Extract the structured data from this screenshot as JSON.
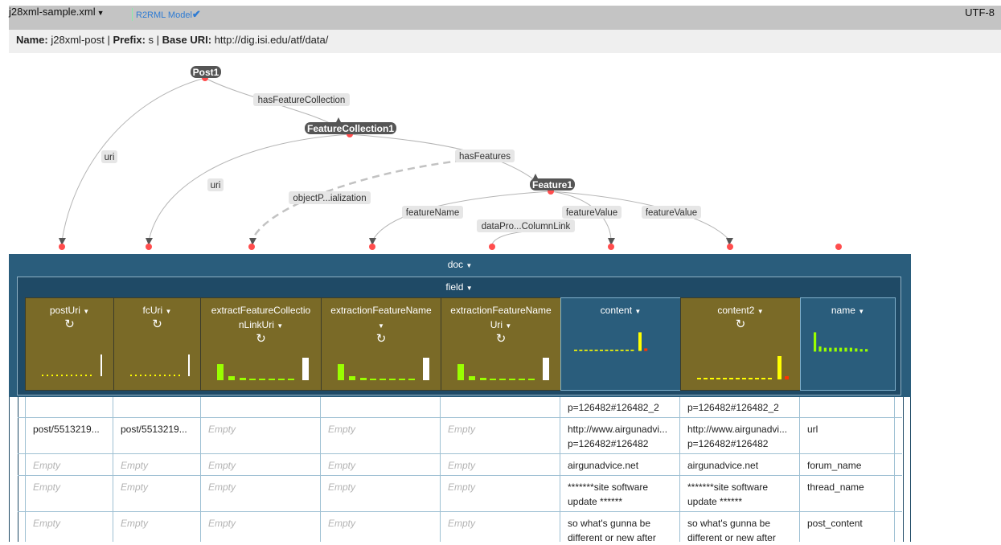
{
  "header": {
    "file_name": "j28xml-sample.xml",
    "model_label": "R2RML Model",
    "encoding": "UTF-8"
  },
  "namebar": {
    "name_label": "Name:",
    "name_value": "j28xml-post",
    "prefix_label": "Prefix:",
    "prefix_value": "s",
    "base_label": "Base URI:",
    "base_value": "http://dig.isi.edu/atf/data/"
  },
  "graph": {
    "nodes": [
      "Post1",
      "FeatureCollection1",
      "Feature1"
    ],
    "edges": [
      "hasFeatureCollection",
      "uri",
      "uri",
      "hasFeatures",
      "objectP...ialization",
      "featureName",
      "featureValue",
      "featureValue",
      "dataPro...ColumnLink"
    ]
  },
  "doc_header": "doc",
  "field_header": "field",
  "columns": [
    {
      "label": "postUri",
      "extra": "",
      "refresh": true
    },
    {
      "label": "fcUri",
      "extra": "",
      "refresh": true
    },
    {
      "label": "extractFeatureCollectio",
      "extra": "nLinkUri",
      "refresh": true
    },
    {
      "label": "extractionFeatureName",
      "extra": "",
      "refresh": true
    },
    {
      "label": "extractionFeatureName",
      "extra": "Uri",
      "refresh": true
    },
    {
      "label": "content",
      "extra": "",
      "refresh": false
    },
    {
      "label": "content2",
      "extra": "",
      "refresh": true
    },
    {
      "label": "name",
      "extra": "",
      "refresh": false
    }
  ],
  "empty_text": "Empty",
  "rows": [
    [
      "",
      "",
      "",
      "",
      "",
      "p=126482#126482_2",
      "p=126482#126482_2",
      ""
    ],
    [
      "post/5513219...",
      "post/5513219...",
      "Empty",
      "Empty",
      "Empty",
      "http://www.airgunadvi... p=126482#126482",
      "http://www.airgunadvi... p=126482#126482",
      "url"
    ],
    [
      "Empty",
      "Empty",
      "Empty",
      "Empty",
      "Empty",
      "airgunadvice.net",
      "airgunadvice.net",
      "forum_name"
    ],
    [
      "Empty",
      "Empty",
      "Empty",
      "Empty",
      "Empty",
      "*******site software update ******",
      "*******site software update ******",
      "thread_name"
    ],
    [
      "Empty",
      "Empty",
      "Empty",
      "Empty",
      "Empty",
      "so what's gunna be different or new after",
      "so what's gunna be different or new after",
      "post_content"
    ]
  ],
  "colors": {
    "olive": "#7a6a27",
    "blue": "#2a5d7c",
    "lime": "#99ff00",
    "yellow": "#ffff00",
    "red": "#ff3300",
    "node": "#555555"
  }
}
